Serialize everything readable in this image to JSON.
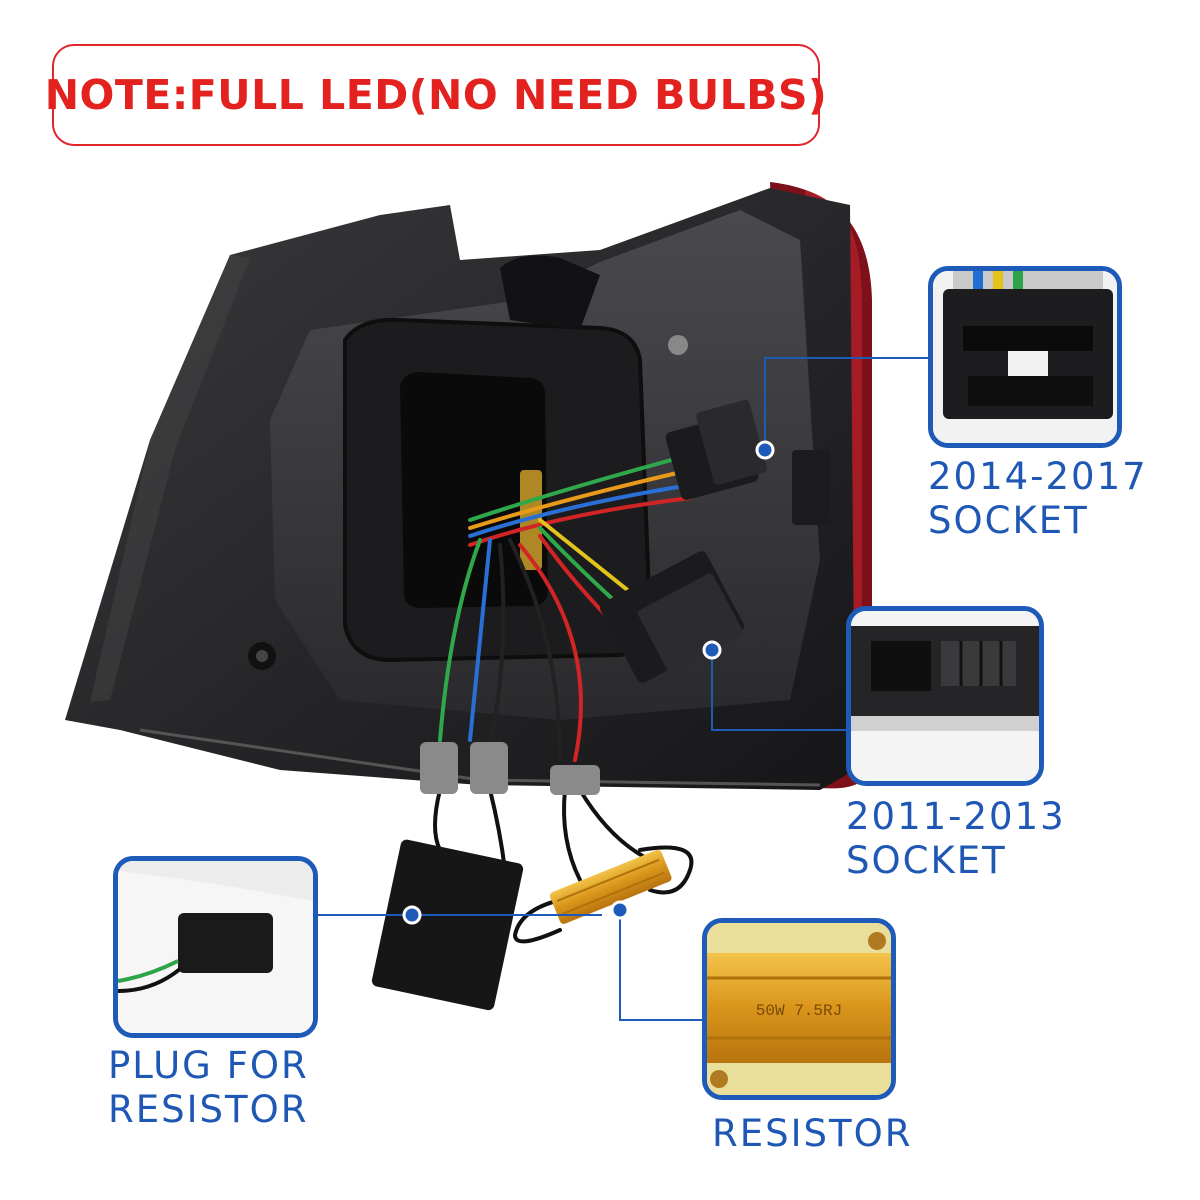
{
  "note": {
    "text": "NOTE:FULL LED(NO NEED BULBS)"
  },
  "callouts": {
    "socket_2014": {
      "line1": "2014-2017",
      "line2": "SOCKET"
    },
    "socket_2011": {
      "line1": "2011-2013",
      "line2": "SOCKET"
    },
    "plug": {
      "line1": "PLUG FOR",
      "line2": "RESISTOR"
    },
    "resistor": {
      "line1": "RESISTOR",
      "marking": "50W 7.5RJ"
    }
  },
  "colors": {
    "note_red": "#e3211f",
    "callout_blue": "#1e5bb8",
    "label_blue": "#1f57b5",
    "lamp_red": "#8a1620",
    "resistor_gold": "#e0a21a"
  }
}
